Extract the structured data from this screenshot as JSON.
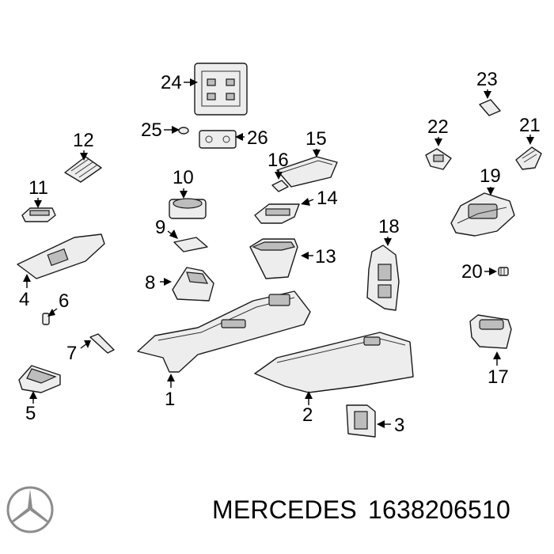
{
  "footer": {
    "brand": "MERCEDES",
    "part_number": "1638206510"
  },
  "logo": {
    "icon": "mercedes-star-icon"
  },
  "callouts": {
    "c1": "1",
    "c2": "2",
    "c3": "3",
    "c4": "4",
    "c5": "5",
    "c6": "6",
    "c7": "7",
    "c8": "8",
    "c9": "9",
    "c10": "10",
    "c11": "11",
    "c12": "12",
    "c13": "13",
    "c14": "14",
    "c15": "15",
    "c16": "16",
    "c17": "17",
    "c18": "18",
    "c19": "19",
    "c20": "20",
    "c21": "21",
    "c22": "22",
    "c23": "23",
    "c24": "24",
    "c25": "25",
    "c26": "26"
  }
}
